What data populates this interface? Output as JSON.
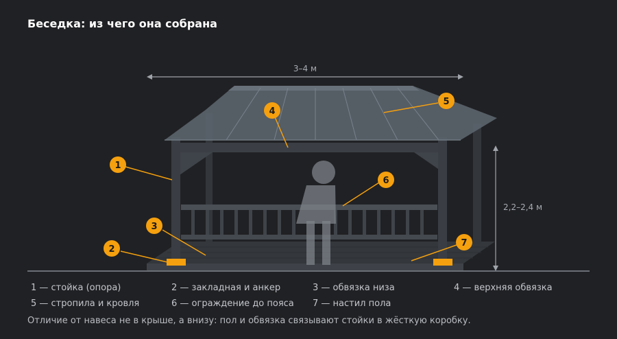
{
  "title": "Беседка: из чего она собрана",
  "dimensions": {
    "width": "3–4 м",
    "height": "2,2–2,4 м"
  },
  "markers": [
    "1",
    "2",
    "3",
    "4",
    "5",
    "6",
    "7"
  ],
  "legend": [
    "1 — стойка (опора)",
    "2 — закладная и анкер",
    "3 — обвязка низа",
    "4 — верхняя обвязка",
    "5 — стропила и кровля",
    "6 — ограждение до пояса",
    "7 — настил пола"
  ],
  "caption": "Отличие от навеса не в крыше, а внизу: пол и обвязка связывают стойки в жёсткую коробку.",
  "colors": {
    "background": "#202124",
    "accent": "#f5a00e",
    "structure": "#3c4045",
    "roof": "#5b646d"
  }
}
